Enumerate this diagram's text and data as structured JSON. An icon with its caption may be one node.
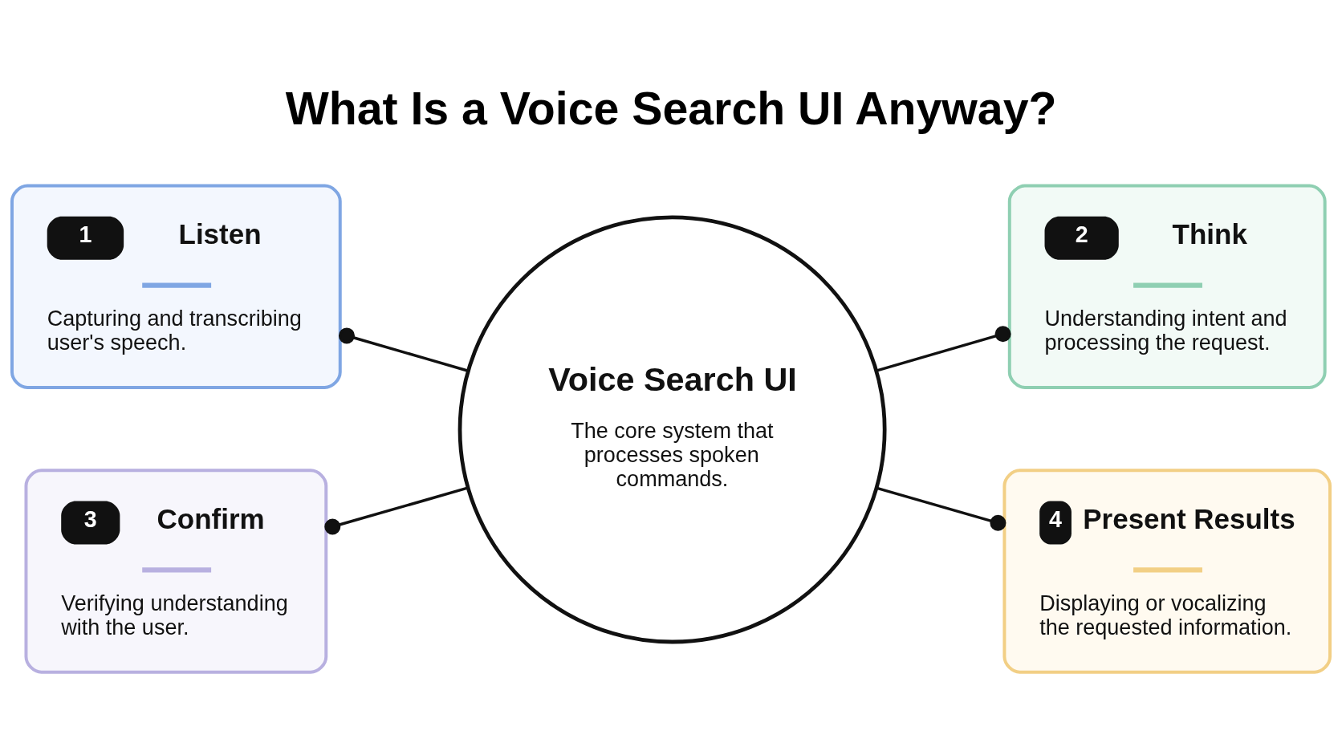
{
  "diagram": {
    "title": "What Is a Voice Search UI Anyway?",
    "nodes": [
      {
        "text": [
          "1",
          "Listen",
          "Capturing and transcribing user's speech."
        ]
      },
      {
        "text": [
          "2",
          "Think",
          "Understanding intent and processing the request."
        ]
      },
      {
        "text": [
          "Voice Search UI",
          "The core system that processes spoken commands."
        ]
      },
      {
        "text": [
          "3",
          "Confirm",
          "Verifying understanding with the user."
        ]
      },
      {
        "text": [
          "4",
          "Present Results",
          "Displaying or vocalizing the requested information."
        ]
      }
    ],
    "edges": [
      {
        "from": 0,
        "to": 2,
        "arrow": "other"
      },
      {
        "from": 2,
        "to": 1,
        "arrow": "other"
      },
      {
        "from": 3,
        "to": 2,
        "arrow": "other"
      },
      {
        "from": 2,
        "to": 4,
        "arrow": "other"
      }
    ]
  }
}
